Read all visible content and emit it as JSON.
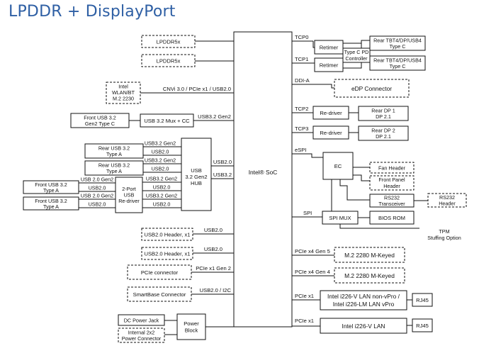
{
  "title": "LPDDR + DisplayPort",
  "soc": "Intel® SoC",
  "memory": [
    "LPDDR5x",
    "LPDDR5x"
  ],
  "cnvi": {
    "module": [
      "Intel",
      "WLAN/BT",
      "M.2 2230"
    ],
    "link": "CNVi 3.0 / PCIe x1 / USB2.0"
  },
  "usb_mux": {
    "front": [
      "Front USB 3.2",
      "Gen2 Type C"
    ],
    "mux": "USB 3.2 Mux + CC",
    "link": "USB3.2 Gen2"
  },
  "hub": {
    "label": [
      "USB",
      "3.2 Gen2",
      "HUB"
    ],
    "rear": [
      [
        "Rear USB 3.2",
        "Type A"
      ],
      [
        "Rear USB 3.2",
        "Type A"
      ]
    ],
    "rear_links": [
      "USB3.2 Gen2",
      "USB2.0",
      "USB3.2 Gen2",
      "USB2.0"
    ],
    "soc_links": [
      "USB2.0",
      "USB3.2"
    ],
    "redriver_links": [
      "USB3.2 Gen2",
      "USB2.0",
      "USB3.2 Gen2",
      "USB2.0"
    ]
  },
  "redriver2": {
    "label": [
      "2-Port",
      "USB",
      "Re-driver"
    ],
    "front": [
      [
        "Front USB 3.2",
        "Type A"
      ],
      [
        "Front USB 3.2",
        "Type A"
      ]
    ],
    "links": [
      "USB 2.0 Gen2",
      "USB2.0",
      "USB 2.0 Gen2",
      "USB2.0"
    ]
  },
  "left_items": [
    {
      "box": "USB2.0 Header, x1",
      "link": "USB2.0"
    },
    {
      "box": "USB2.0 Header, x1",
      "link": "USB2.0"
    },
    {
      "box": "PCIe connector",
      "link": "PCIe x1 Gen 2"
    },
    {
      "box": "SmartBase Connector",
      "link": "USB2.0 / I2C"
    }
  ],
  "power": {
    "label": [
      "Power",
      "Block"
    ],
    "inputs": [
      "DC Power Jack",
      [
        "Internal 2x2",
        "Power Connector"
      ]
    ]
  },
  "tcp": {
    "tcp0": "TCP0",
    "tcp1": "TCP1",
    "retimer": "Retimer",
    "pd": [
      "Type C PD",
      "Controller"
    ],
    "rear": [
      [
        "Rear TBT4/DP/USB4",
        "Type C"
      ],
      [
        "Rear TBT4/DP/USB4",
        "Type C"
      ]
    ]
  },
  "ddi": {
    "link": "DDI-A",
    "box": "eDP Connector"
  },
  "dp": {
    "tcp2": "TCP2",
    "tcp3": "TCP3",
    "redriver": "Re-driver",
    "rear": [
      [
        "Rear DP 1",
        "DP 2.1"
      ],
      [
        "Rear DP 2",
        "DP 2.1"
      ]
    ]
  },
  "ec": {
    "link": "eSPI",
    "label": "EC",
    "fan": "Fan Header",
    "front_panel": [
      "Front Panel",
      "Header"
    ],
    "rs232": [
      "RS232",
      "Transceiver"
    ],
    "rs232_header": [
      "RS232",
      "Header"
    ]
  },
  "spi": {
    "link": "SPI",
    "mux": "SPI MUX",
    "bios": "BIOS ROM",
    "tpm": [
      "TPM",
      "Stuffing Option"
    ]
  },
  "m2": [
    {
      "link": "PCIe x4 Gen 5",
      "box": "M.2 2280 M-Keyed"
    },
    {
      "link": "PCIe x4 Gen 4",
      "box": "M.2 2280 M-Keyed"
    }
  ],
  "lan": [
    {
      "link": "PCIe x1",
      "box": [
        "Intel i226-V LAN non-vPro /",
        "Intel i226-LM LAN vPro"
      ],
      "port": "RJ45"
    },
    {
      "link": "PCIe x1",
      "box": [
        "Intel i226-V LAN"
      ],
      "port": "RJ45"
    }
  ]
}
